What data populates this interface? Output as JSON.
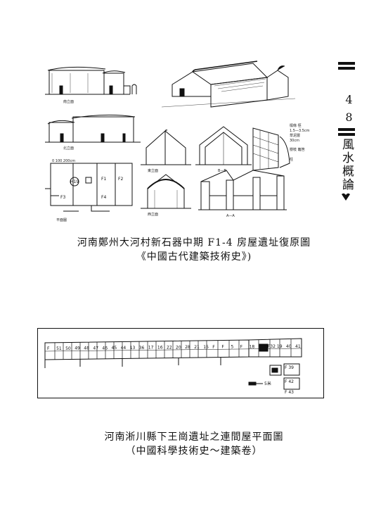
{
  "side_header": {
    "page_number": "48",
    "title": "風水概論"
  },
  "figure1": {
    "caption_line1": "河南鄭州大河村新石器中期 F1-4 房屋遺址復原圖",
    "caption_line2": "《中國古代建築技術史》)",
    "labels": {
      "south_elev": "南立面",
      "north_elev": "北立面",
      "plan": "平面圖",
      "plan_scale": "0  100  200cm",
      "east_elev": "東立面",
      "west_elev": "西立面",
      "sec_bb": "B—B",
      "sec_aa": "A—A",
      "annot1": "檩條 徑",
      "annot2": "1.5—3.5cm",
      "annot3": "草泥層",
      "annot4": "30cm",
      "annot5": "樹枝 籬笆",
      "annot6": "柱",
      "rooms": [
        "F1",
        "F2",
        "F3",
        "F4",
        "H19"
      ]
    }
  },
  "figure2": {
    "caption_line1": "河南淅川縣下王崗遺址之連間屋平面圖",
    "caption_line2": "（中國科學技術史～建築卷）",
    "scale_label": "5米",
    "room_labels_row": [
      "F",
      "51",
      "50",
      "49",
      "48",
      "47",
      "46",
      "45",
      "44",
      "13",
      "36",
      "17",
      "16",
      "22",
      "20",
      "28",
      "21",
      "15",
      "F",
      "F",
      "5",
      "F",
      "18",
      "F13",
      "F32",
      "19",
      "40",
      "41"
    ],
    "room_labels_extra": [
      "F 39",
      "F 42",
      "F 43"
    ]
  }
}
